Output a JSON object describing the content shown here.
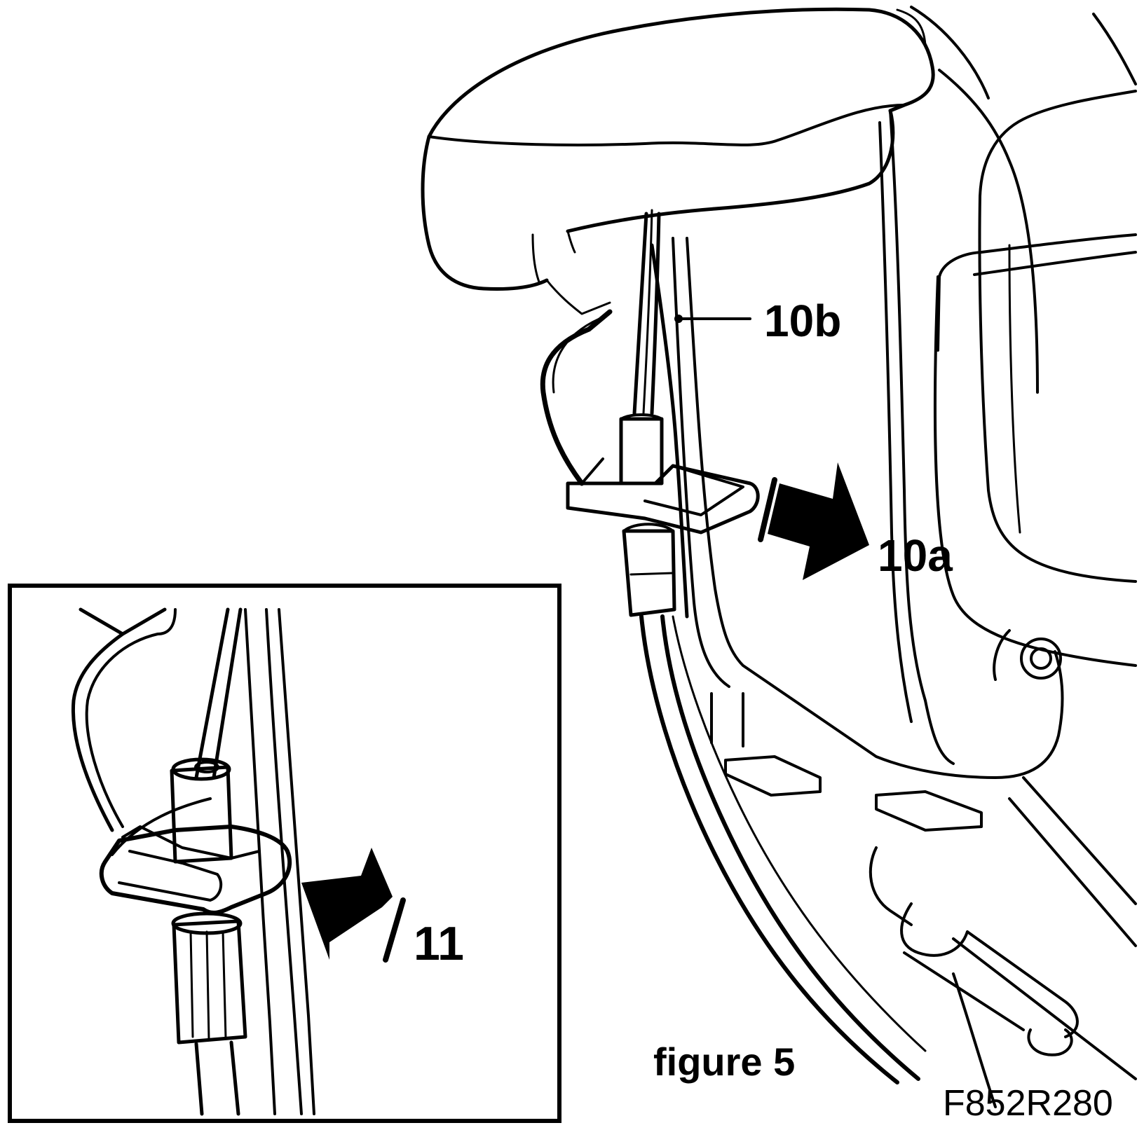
{
  "labels": {
    "part_10b": "10b",
    "part_10a": "10a",
    "part_11": "11"
  },
  "caption": "figure 5",
  "reference_code": "F852R280",
  "colors": {
    "ink": "#000000",
    "paper": "#ffffff"
  }
}
